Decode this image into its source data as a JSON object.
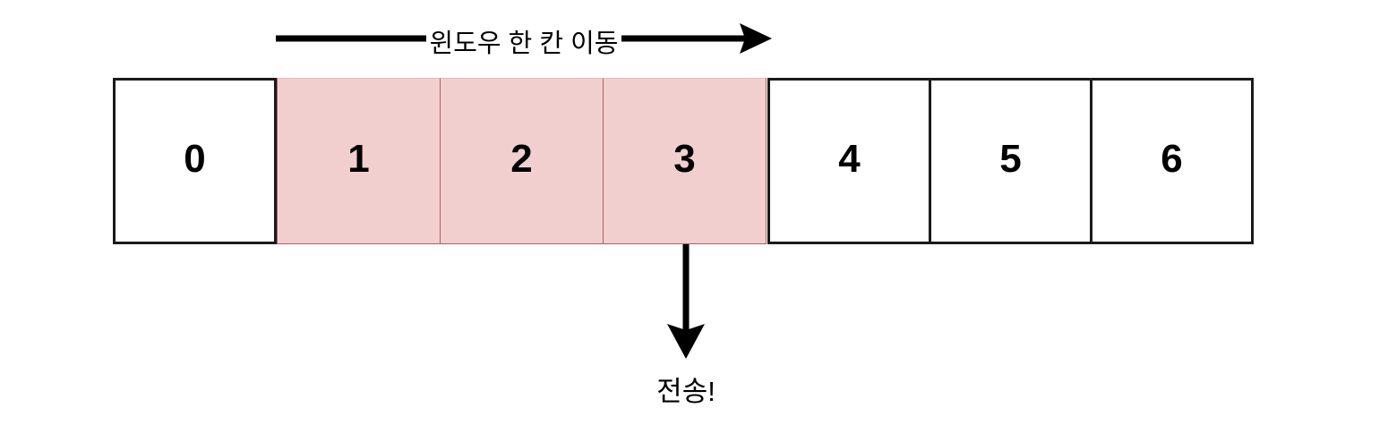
{
  "diagram": {
    "title": "Sliding window protocol diagram",
    "colors": {
      "background": "#ffffff",
      "cell_border": "#1a1a1a",
      "window_fill": "#f2cfcf",
      "window_border": "#b05f5f",
      "arrow": "#000000",
      "text": "#000000"
    },
    "top_arrow": {
      "label": "윈도우 한 칸 이동",
      "direction": "right"
    },
    "bottom_arrow": {
      "label": "전송!",
      "direction": "down",
      "from_cell": "3"
    },
    "cells": [
      {
        "label": "0",
        "state": "outside"
      },
      {
        "label": "1",
        "state": "window"
      },
      {
        "label": "2",
        "state": "window"
      },
      {
        "label": "3",
        "state": "window"
      },
      {
        "label": "4",
        "state": "outside"
      },
      {
        "label": "5",
        "state": "outside"
      },
      {
        "label": "6",
        "state": "outside"
      }
    ]
  }
}
